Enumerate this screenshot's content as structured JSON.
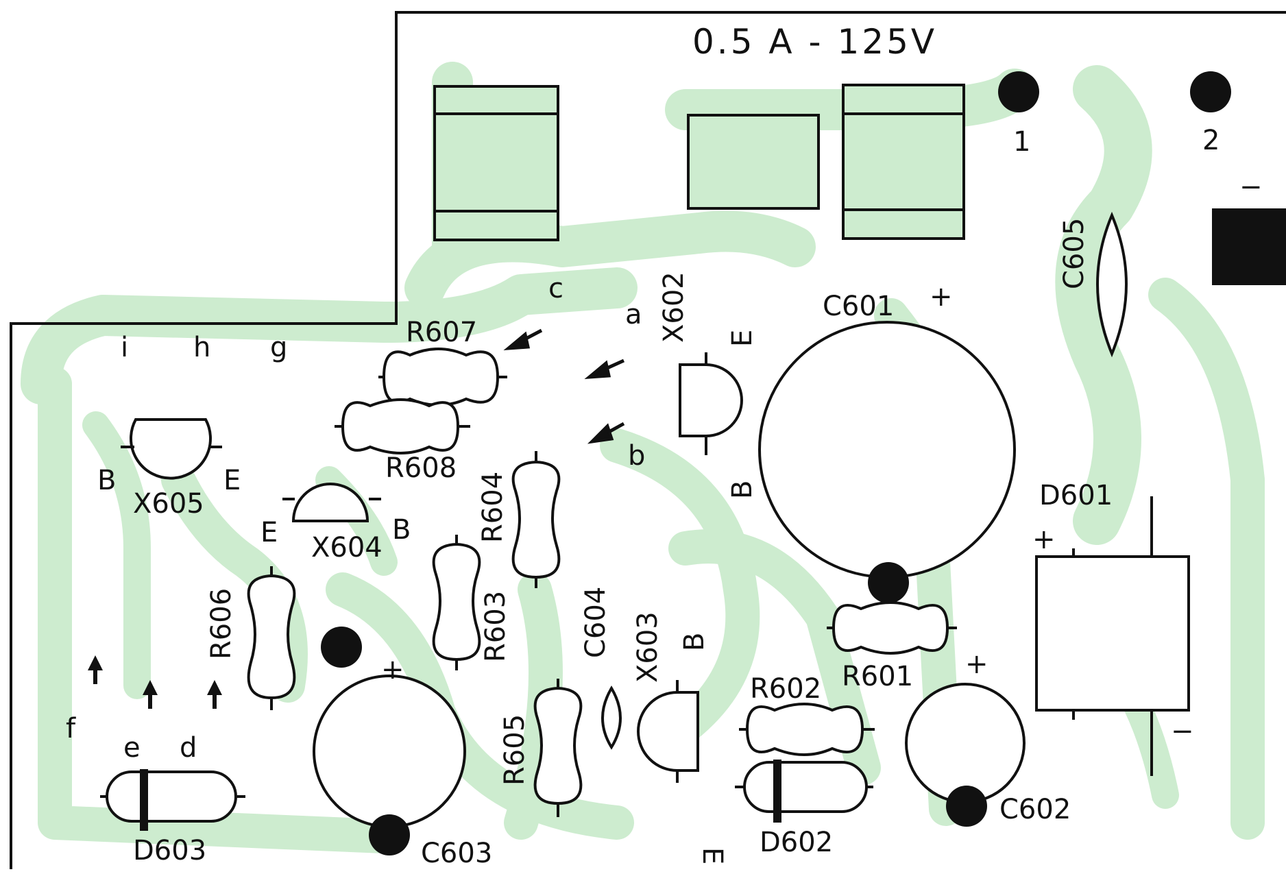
{
  "rating_label": "0.5 A - 125V",
  "colors": {
    "trace": "#cdeccf",
    "ink": "#111111",
    "board": "#ffffff"
  },
  "terminals": {
    "t1": "1",
    "t2": "2",
    "minus_top": "−"
  },
  "test_points": {
    "a": "a",
    "b": "b",
    "c": "c",
    "d": "d",
    "e": "e",
    "f": "f",
    "g": "g",
    "h": "h",
    "i": "i"
  },
  "components": {
    "c601": "C601",
    "c602": "C602",
    "c603": "C603",
    "c604": "C604",
    "c605": "C605",
    "d601": "D601",
    "d602": "D602",
    "d603": "D603",
    "r601": "R601",
    "r602": "R602",
    "r603": "R603",
    "r604": "R604",
    "r605": "R605",
    "r606": "R606",
    "r607": "R607",
    "r608": "R608",
    "x602": "X602",
    "x603": "X603",
    "x604": "X604",
    "x605": "X605"
  },
  "pins": {
    "x605_b": "B",
    "x605_e": "E",
    "x604_e": "E",
    "x604_b": "B",
    "x602_e": "E",
    "x602_b": "B",
    "x603_b": "B",
    "x603_e": "E"
  },
  "polarity": {
    "c601_plus": "+",
    "c603_plus": "+",
    "c602_plus": "+",
    "d601_plus": "+",
    "d601_minus": "−"
  }
}
